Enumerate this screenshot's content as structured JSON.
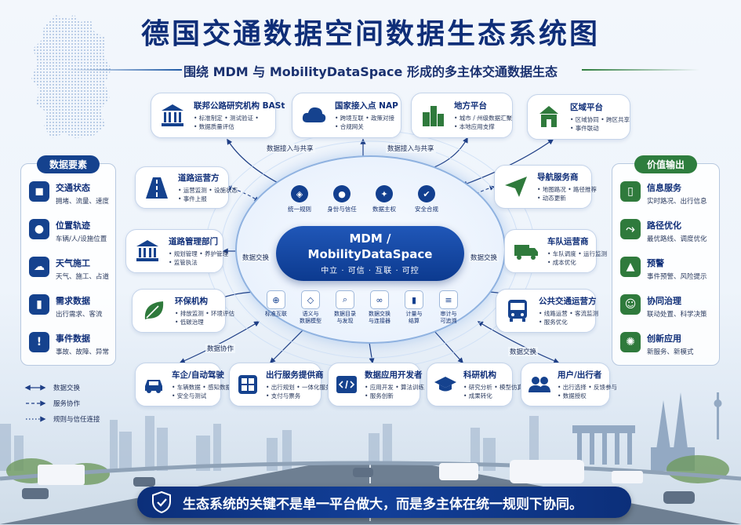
{
  "title": "德国交通数据空间数据生态系统图",
  "subtitle": "围绕 MDM 与 MobilityDataSpace 形成的多主体交通数据生态",
  "left_panel": {
    "heading": "数据要素",
    "items": [
      {
        "title": "交通状态",
        "desc": "拥堵、流量、速度",
        "icon": "car-icon"
      },
      {
        "title": "位置轨迹",
        "desc": "车辆/人/设施位置",
        "icon": "location-pin-icon"
      },
      {
        "title": "天气施工",
        "desc": "天气、施工、占道",
        "icon": "weather-icon"
      },
      {
        "title": "需求数据",
        "desc": "出行需求、客流",
        "icon": "bar-chart-icon"
      },
      {
        "title": "事件数据",
        "desc": "事故、故障、异常",
        "icon": "warning-icon"
      }
    ]
  },
  "right_panel": {
    "heading": "价值输出",
    "items": [
      {
        "title": "信息服务",
        "desc": "实时路况、出行信息",
        "icon": "phone-icon"
      },
      {
        "title": "路径优化",
        "desc": "最优路线、调度优化",
        "icon": "route-icon"
      },
      {
        "title": "预警",
        "desc": "事件预警、风险提示",
        "icon": "alarm-icon"
      },
      {
        "title": "协同治理",
        "desc": "联动处置、科学决策",
        "icon": "people-icon"
      },
      {
        "title": "创新应用",
        "desc": "新服务、新模式",
        "icon": "lightbulb-icon"
      }
    ]
  },
  "nodes": {
    "bast": {
      "title": "联邦公路研究机构 BASt",
      "lines": [
        "• 标准制定 • 测试验证 •",
        "• 数据质量评估"
      ]
    },
    "nap": {
      "title": "国家接入点 NAP",
      "lines": [
        "• 跨境互联 • 政策对接",
        "• 合规网关"
      ]
    },
    "local": {
      "title": "地方平台",
      "lines": [
        "• 城市 / 州级数据汇聚",
        "• 本地应用支撑"
      ]
    },
    "regional": {
      "title": "区域平台",
      "lines": [
        "• 区域协同 • 跨区共享",
        "• 事件联动"
      ]
    },
    "road_operator": {
      "title": "道路运营方",
      "lines": [
        "• 运营监测 • 设施状态",
        "• 事件上报"
      ]
    },
    "nav": {
      "title": "导航服务商",
      "lines": [
        "• 地图路况 • 路径推荐",
        "• 动态更新"
      ]
    },
    "road_admin": {
      "title": "道路管理部门",
      "lines": [
        "• 规划管理 • 养护管理",
        "• 监管执法"
      ]
    },
    "fleet": {
      "title": "车队运营商",
      "lines": [
        "• 车队调度 • 运行监测",
        "• 成本优化"
      ]
    },
    "env": {
      "title": "环保机构",
      "lines": [
        "• 排放监测 • 环境评估",
        "• 低碳治理"
      ]
    },
    "transit": {
      "title": "公共交通运营方",
      "lines": [
        "• 线路运营 • 客流监测",
        "• 服务优化"
      ]
    },
    "oem": {
      "title": "车企/自动驾驶",
      "lines": [
        "• 车辆数据 • 感知数据",
        "• 安全与测试"
      ]
    },
    "mobility": {
      "title": "出行服务提供商",
      "lines": [
        "• 出行规划 • 一体化服务",
        "• 支付与票务"
      ]
    },
    "developer": {
      "title": "数据应用开发者",
      "lines": [
        "• 应用开发 • 算法训练",
        "• 服务创新"
      ]
    },
    "research": {
      "title": "科研机构",
      "lines": [
        "• 研究分析 • 模型仿真",
        "• 成果转化"
      ]
    },
    "user": {
      "title": "用户/出行者",
      "lines": [
        "• 出行选择 • 反馈参与",
        "• 数据授权"
      ]
    }
  },
  "core": {
    "line1": "MDM /",
    "line2": "MobilityDataSpace",
    "tagline": "中立 · 可信 · 互联 · 可控"
  },
  "rules": [
    {
      "label": "统一规则",
      "icon": "shield-icon"
    },
    {
      "label": "身份与信任",
      "icon": "id-lock-icon"
    },
    {
      "label": "数据主权",
      "icon": "sovereignty-icon"
    },
    {
      "label": "安全合规",
      "icon": "check-shield-icon"
    }
  ],
  "tools": [
    {
      "label": "标准互联",
      "icon": "globe-icon"
    },
    {
      "label": "语义与\n数据模型",
      "icon": "cube-icon"
    },
    {
      "label": "数据目录\n与发现",
      "icon": "catalog-search-icon"
    },
    {
      "label": "数据交换\n与连接器",
      "icon": "link-icon"
    },
    {
      "label": "计量与\n结算",
      "icon": "meter-chart-icon"
    },
    {
      "label": "审计与\n可追溯",
      "icon": "audit-doc-icon"
    }
  ],
  "flow_labels": {
    "top_left": "数据接入与共享",
    "top_right": "数据接入与共享",
    "mid_left": "数据交换",
    "mid_right": "数据交换",
    "bottom_left": "数据协作",
    "bottom_right": "数据交换"
  },
  "legend": [
    {
      "label": "数据交换",
      "style": "solid"
    },
    {
      "label": "服务协作",
      "style": "dashed"
    },
    {
      "label": "规则与信任连接",
      "style": "dotted"
    }
  ],
  "banner": "生态系统的关键不是单一平台做大，而是多主体在统一规则下协同。",
  "colors": {
    "navy": "#0f2e78",
    "core_blue": "#1a4ea8",
    "green": "#2e7d3e",
    "left_icon": "#15428e",
    "right_icon": "#2f7a3c"
  }
}
